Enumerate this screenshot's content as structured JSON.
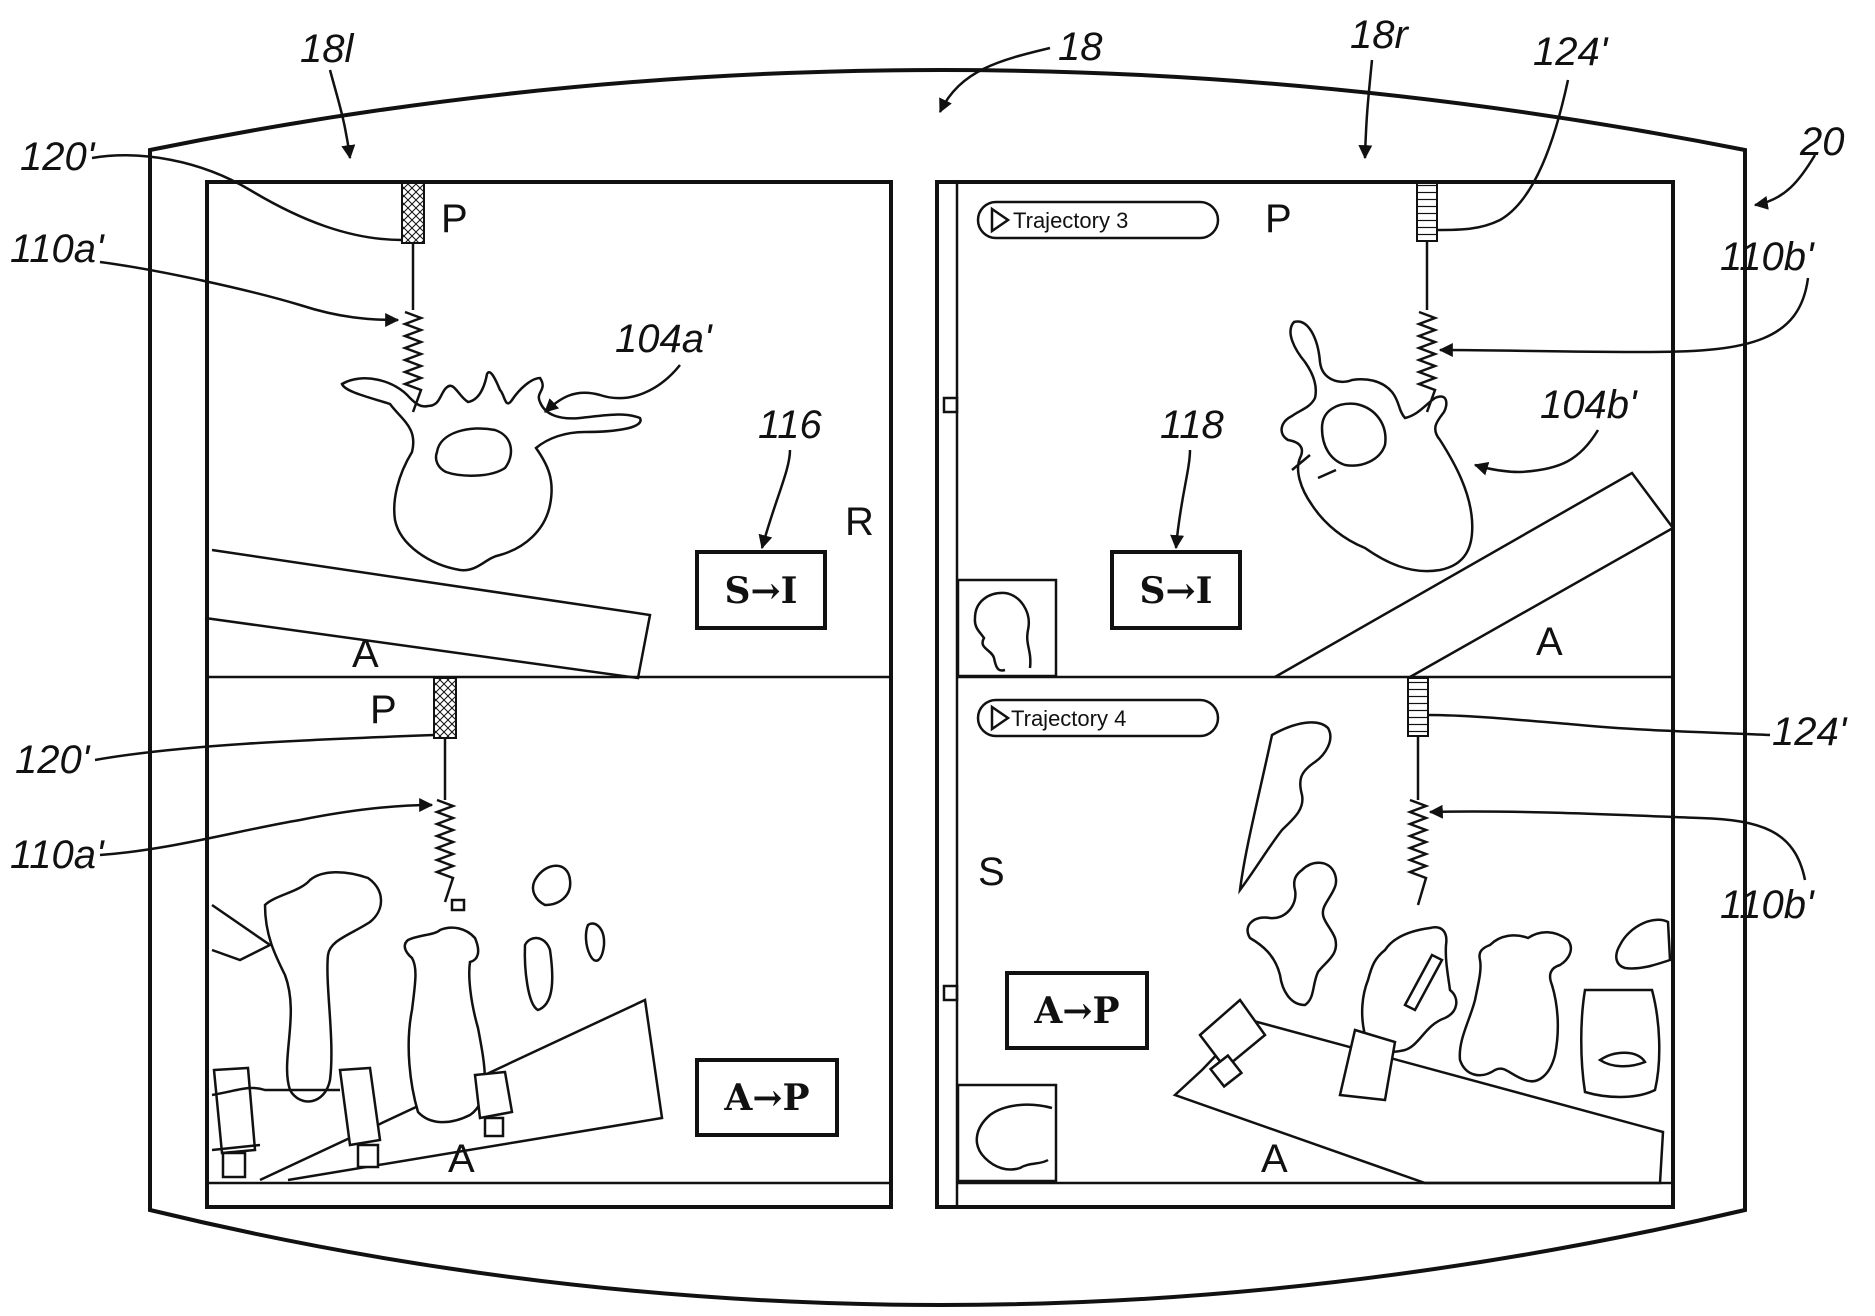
{
  "labels": {
    "display": "18",
    "display_left": "18l",
    "display_right": "18r",
    "device": "20",
    "needle_handle_left_top": "120'",
    "needle_handle_left_bottom": "120'",
    "screw_left_top": "110a'",
    "screw_left_bottom": "110a'",
    "vertebra_left": "104a'",
    "view_indicator_left": "116",
    "view_indicator_right": "118",
    "needle_handle_right_top": "124'",
    "needle_handle_right_bottom": "124'",
    "screw_right_top": "110b'",
    "screw_right_bottom": "110b'",
    "vertebra_right": "104b'"
  },
  "panels": {
    "left_top": {
      "orient_top": "P",
      "orient_right": "R",
      "orient_bottom": "A",
      "direction": "S→I"
    },
    "left_bottom": {
      "orient_top": "P",
      "orient_bottom": "A",
      "direction": "A→P"
    },
    "right_top": {
      "trajectory": "Trajectory 3",
      "orient_top": "P",
      "orient_bottom": "A",
      "direction": "S→I"
    },
    "right_bottom": {
      "trajectory": "Trajectory 4",
      "orient_left": "S",
      "orient_bottom": "A",
      "direction": "A→P"
    }
  },
  "icons": {
    "play": "play-triangle-icon",
    "head": "head-profile-icon"
  }
}
